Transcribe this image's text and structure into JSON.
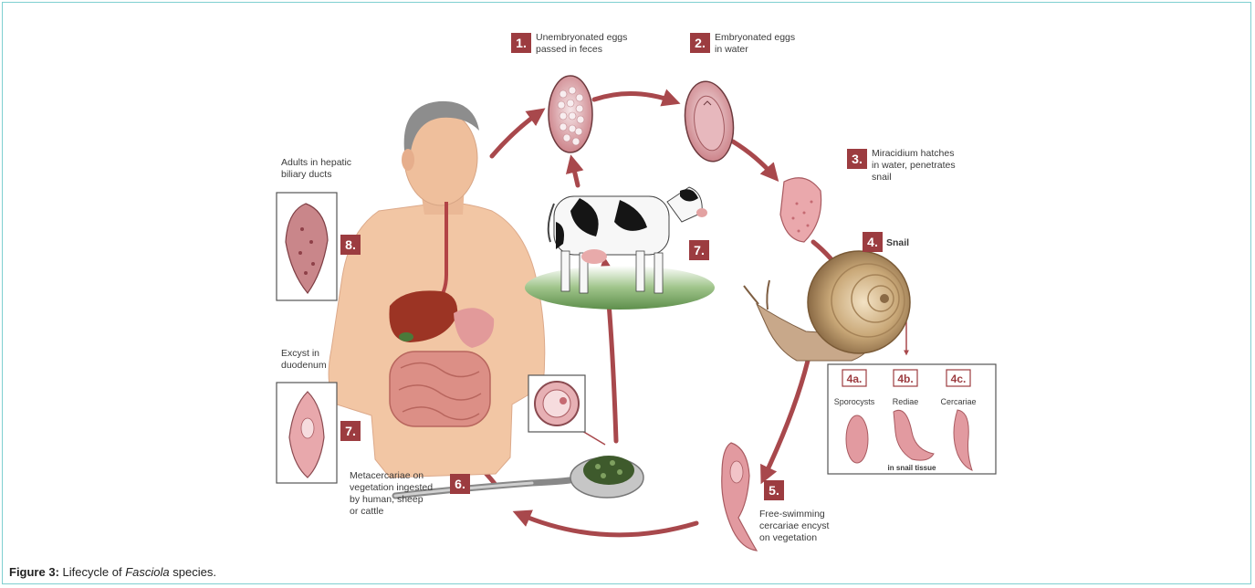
{
  "colors": {
    "badge": "#9c3c40",
    "arrow": "#a8484c",
    "border": "#7fcfd0",
    "skin": "#f2c6a4",
    "parasite": "#d77a80"
  },
  "stages": {
    "s1": {
      "number": "1.",
      "line1": "Unembryonated eggs",
      "line2": "passed in feces"
    },
    "s2": {
      "number": "2.",
      "line1": "Embryonated eggs",
      "line2": "in water"
    },
    "s3": {
      "number": "3.",
      "line1": "Miracidium hatches",
      "line2": "in water, penetrates",
      "line3": "snail"
    },
    "s4": {
      "number": "4.",
      "label": "Snail"
    },
    "s4a": {
      "number": "4a.",
      "label": "Sporocysts"
    },
    "s4b": {
      "number": "4b.",
      "label": "Rediae"
    },
    "s4c": {
      "number": "4c.",
      "label": "Cercariae"
    },
    "s4_note": "in snail tissue",
    "s5": {
      "number": "5.",
      "line1": "Free-swimming",
      "line2": "cercariae encyst",
      "line3": "on vegetation"
    },
    "s6": {
      "number": "6.",
      "line1": "Metacercariae on",
      "line2": "vegetation ingested",
      "line3": "by human, sheep",
      "line4": "or cattle"
    },
    "s7_cow": {
      "number": "7."
    },
    "s7": {
      "number": "7.",
      "line1": "Excyst in",
      "line2": "duodenum"
    },
    "s8": {
      "number": "8.",
      "line1": "Adults in hepatic",
      "line2": "biliary ducts"
    }
  },
  "caption": {
    "label": "Figure 3:",
    "text_before": "Lifecycle of",
    "genus": "Fasciola",
    "text_after": "species."
  }
}
